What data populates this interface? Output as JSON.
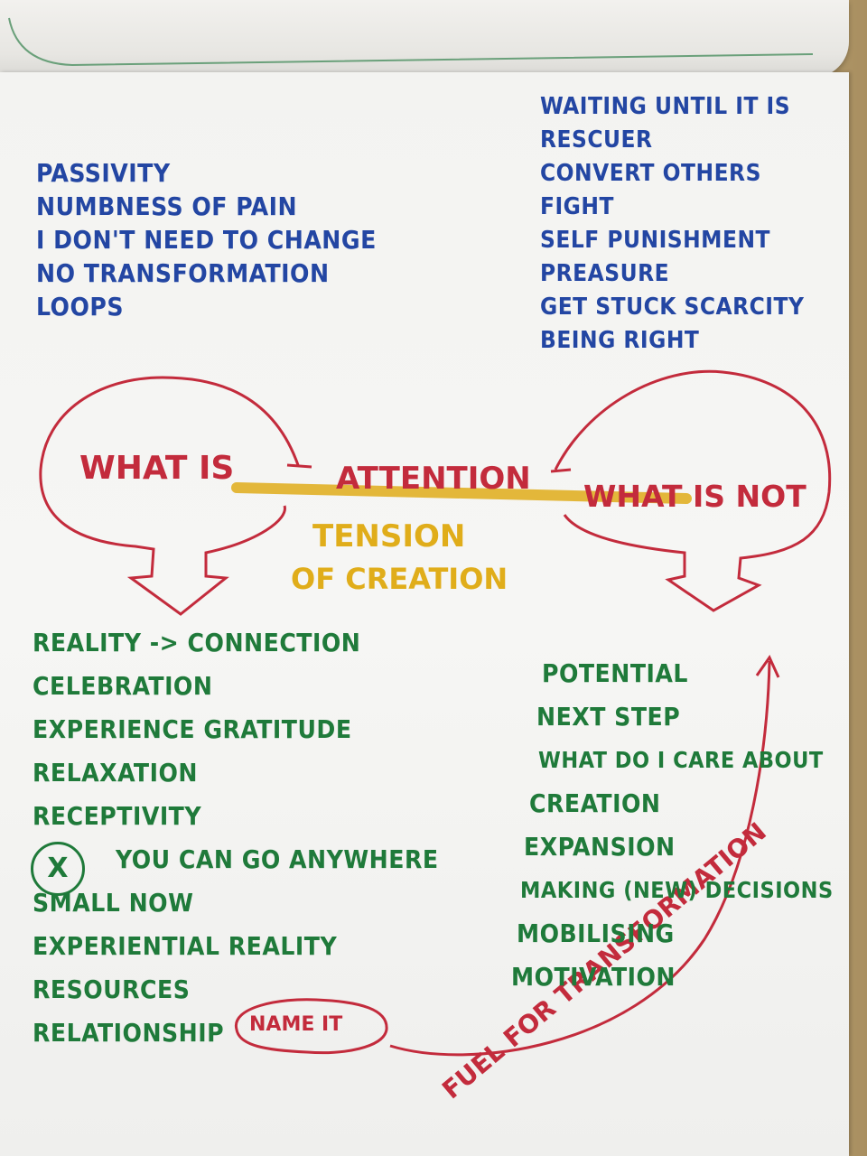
{
  "blue_left": [
    "PASSIVITY",
    "NUMBNESS OF PAIN",
    "I DON'T NEED TO CHANGE",
    "NO TRANSFORMATION",
    "LOOPS"
  ],
  "blue_right": [
    "WAITING UNTIL IT IS",
    "RESCUER",
    "CONVERT OTHERS",
    "FIGHT",
    "SELF PUNISHMENT",
    "PREASURE",
    "GET STUCK SCARCITY",
    "BEING RIGHT"
  ],
  "diagram": {
    "what_is": "WHAT IS",
    "attention": "ATTENTION",
    "what_is_not": "WHAT IS NOT",
    "tension": "TENSION",
    "of_creation": "OF CREATION",
    "fuel": "FUEL FOR TRANSFORMATION"
  },
  "green_left": {
    "items": [
      "REALITY -> CONNECTION",
      "CELEBRATION",
      "EXPERIENCE GRATITUDE",
      "RELAXATION",
      "RECEPTIVITY",
      "YOU CAN GO ANYWHERE",
      "SMALL NOW",
      "EXPERIENTIAL REALITY",
      "RESOURCES",
      "RELATIONSHIP"
    ],
    "symbol": "X",
    "name_it": "NAME IT"
  },
  "green_right": [
    "POTENTIAL",
    "NEXT STEP",
    "WHAT DO I CARE ABOUT",
    "CREATION",
    "EXPANSION",
    "MAKING (NEW) DECISIONS",
    "MOBILISING",
    "MOTIVATION"
  ],
  "colors": {
    "blue_marker": "#2346a3",
    "green_marker": "#1f7a3a",
    "red_marker": "#c32b3c",
    "yellow_marker": "#e0ad1a"
  }
}
